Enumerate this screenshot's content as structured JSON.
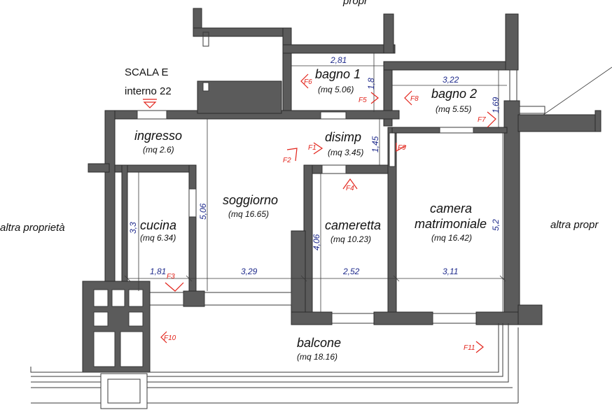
{
  "staircase": {
    "name": "SCALA E",
    "unit": "interno 22"
  },
  "neighbors": {
    "left": "altra proprietà",
    "right": "altra propr",
    "top": "propr"
  },
  "rooms": {
    "ingresso": {
      "name": "ingresso",
      "area": "(mq 2.6)"
    },
    "soggiorno": {
      "name": "soggiorno",
      "area": "(mq 16.65)"
    },
    "cucina": {
      "name": "cucina",
      "area": "(mq 6.34)"
    },
    "bagno1": {
      "name": "bagno 1",
      "area": "(mq 5.06)"
    },
    "bagno2": {
      "name": "bagno 2",
      "area": "(mq 5.55)"
    },
    "disimp": {
      "name": "disimp",
      "area": "(mq 3.45)"
    },
    "cameretta": {
      "name": "cameretta",
      "area": "(mq 10.23)"
    },
    "camera_line1": "camera",
    "camera_line2": "matrimoniale",
    "camera_area": "(mq 16.42)",
    "balcone": {
      "name": "balcone",
      "area": "(mq 18.16)"
    }
  },
  "dimensions": {
    "bagno1_width": "2,81",
    "bagno1_depth": "1,8",
    "bagno2_width": "3,22",
    "bagno2_depth": "1,69",
    "disimp_depth": "1,45",
    "soggiorno_depth": "5,06",
    "cucina_depth": "3,3",
    "cameretta_depth": "4,06",
    "camera_depth": "5,2",
    "cucina_width": "1,81",
    "soggiorno_width": "3,29",
    "cameretta_width": "2,52",
    "camera_width": "3,11"
  },
  "photo_points": {
    "f1": "F1",
    "f2": "F2",
    "f3": "F3",
    "f4": "F4",
    "f5": "F5",
    "f6": "F6",
    "f7": "F7",
    "f8": "F8",
    "f9": "F9",
    "f10": "F10",
    "f11": "F11"
  },
  "colors": {
    "wall": "#5b5b5b",
    "dimension": "#1f2b8c",
    "photo_marker": "#e2231a"
  }
}
